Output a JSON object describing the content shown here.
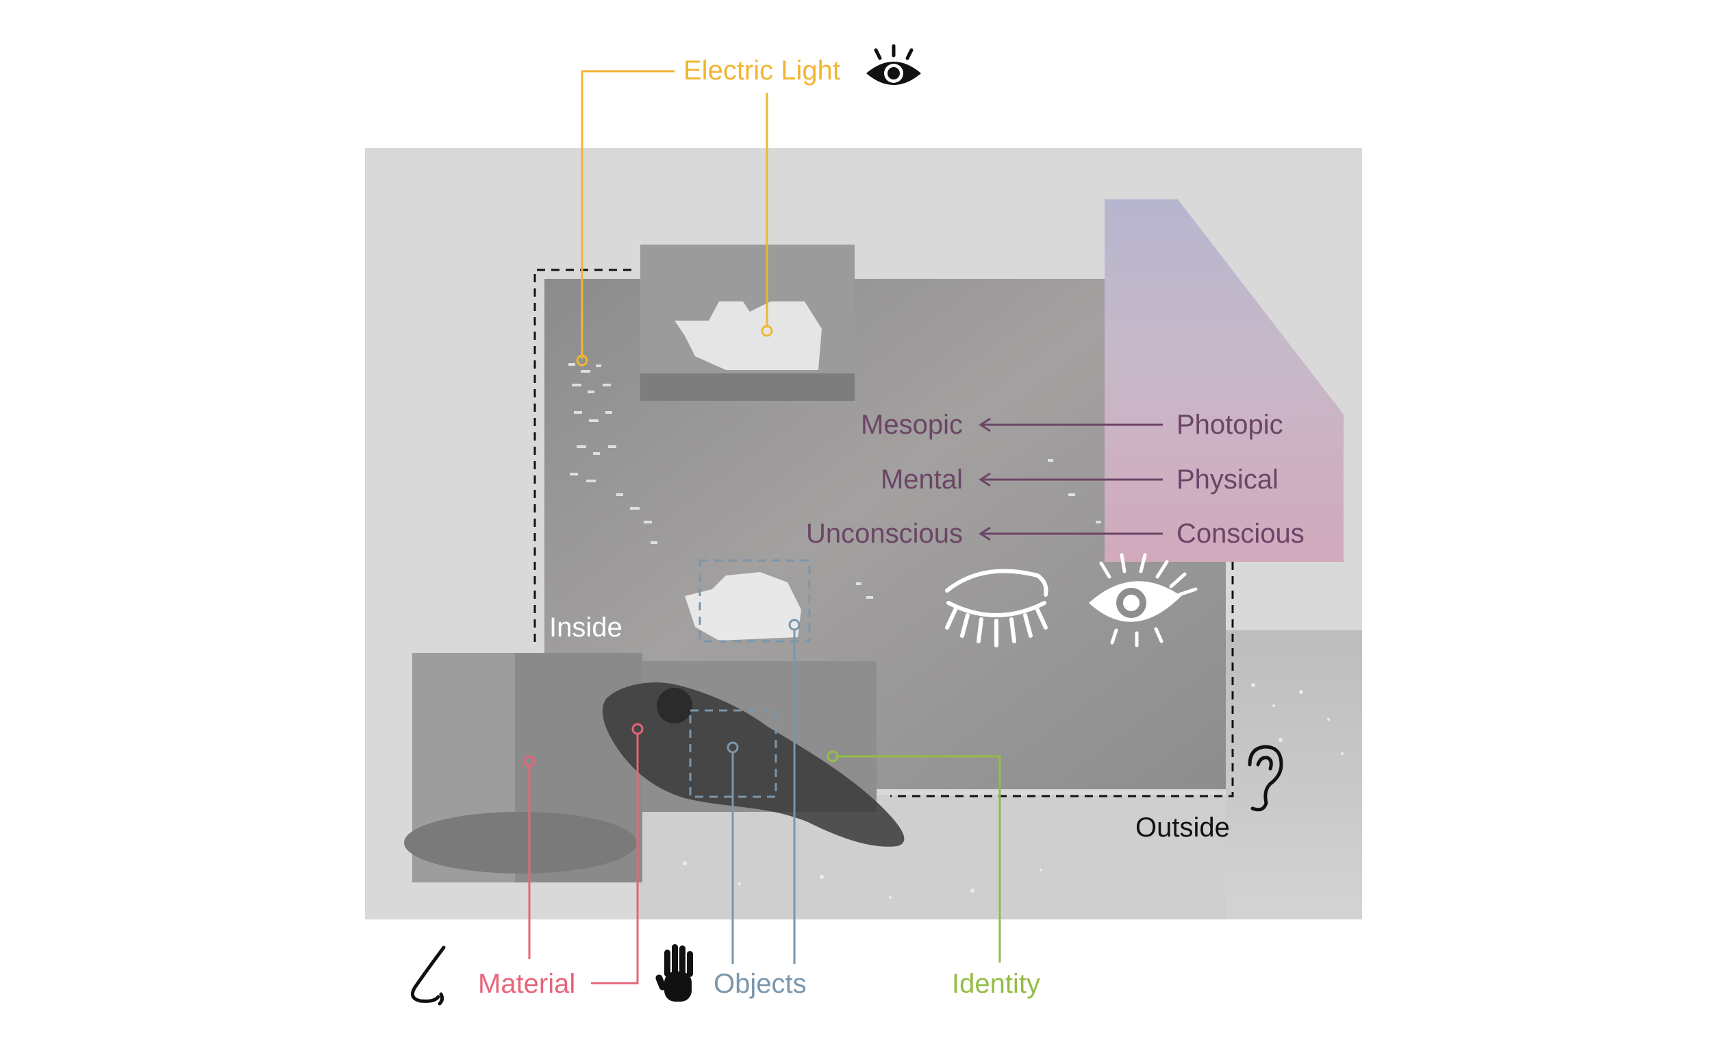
{
  "labels": {
    "electric_light": "Electric Light",
    "mesopic": "Mesopic",
    "photopic": "Photopic",
    "mental": "Mental",
    "physical": "Physical",
    "unconscious": "Unconscious",
    "conscious": "Conscious",
    "inside": "Inside",
    "outside": "Outside",
    "material": "Material",
    "objects": "Objects",
    "identity": "Identity"
  },
  "icons": {
    "top": "eye-icon",
    "closed_eye": "closed-eye-icon",
    "open_eye": "open-eye-icon",
    "ear": "ear-icon",
    "nose": "nose-icon",
    "hand": "hand-icon"
  },
  "colors": {
    "electric_light": "#f2b531",
    "perception": "#6b4566",
    "material": "#e8647a",
    "objects": "#7a96ab",
    "identity": "#93bd45",
    "inside_text": "#ffffff",
    "outside_text": "#111111",
    "frame": "#d9d9d9",
    "photo_dark": "#8f8f8f",
    "pink_panel": "#c7b8c8"
  }
}
